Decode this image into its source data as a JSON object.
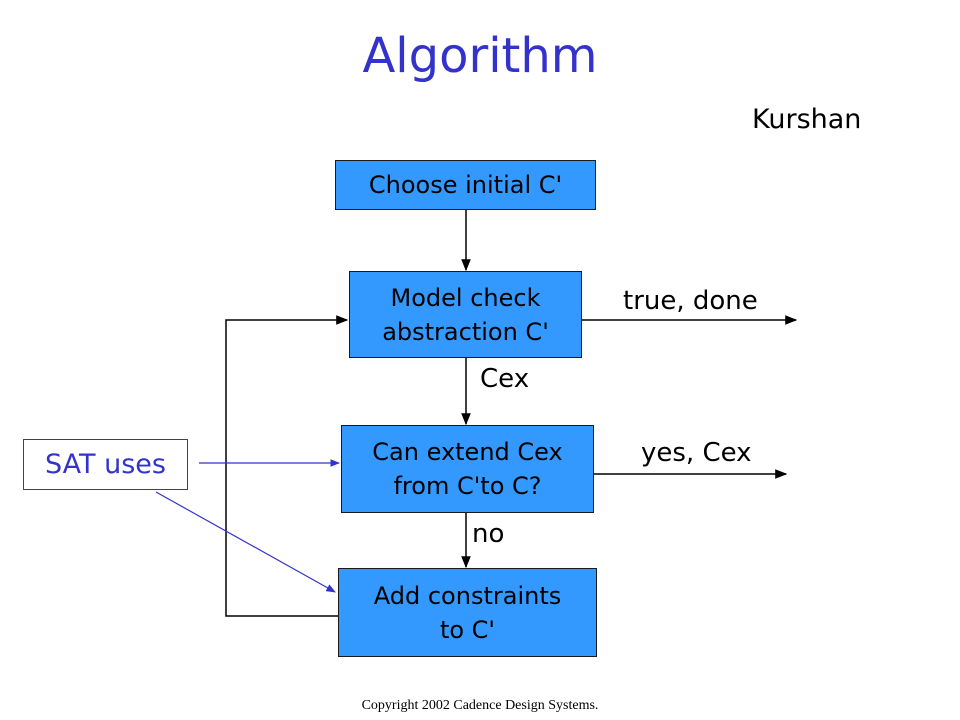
{
  "title": "Algorithm",
  "author": "Kurshan",
  "boxes": {
    "choose": "Choose initial C'",
    "model": "Model check\nabstraction C'",
    "extend": "Can extend Cex\nfrom C'to C?",
    "add": "Add constraints\nto C'"
  },
  "sat_label": "SAT uses",
  "edge_labels": {
    "true_done": "true, done",
    "yes_cex": "yes, Cex",
    "cex": "Cex",
    "no": "no"
  },
  "colors": {
    "title": "#3333cc",
    "box_fill": "#3399ff",
    "sat_text": "#3333cc",
    "sat_arrow": "#3333cc"
  },
  "copyright": "Copyright 2002 Cadence Design Systems."
}
